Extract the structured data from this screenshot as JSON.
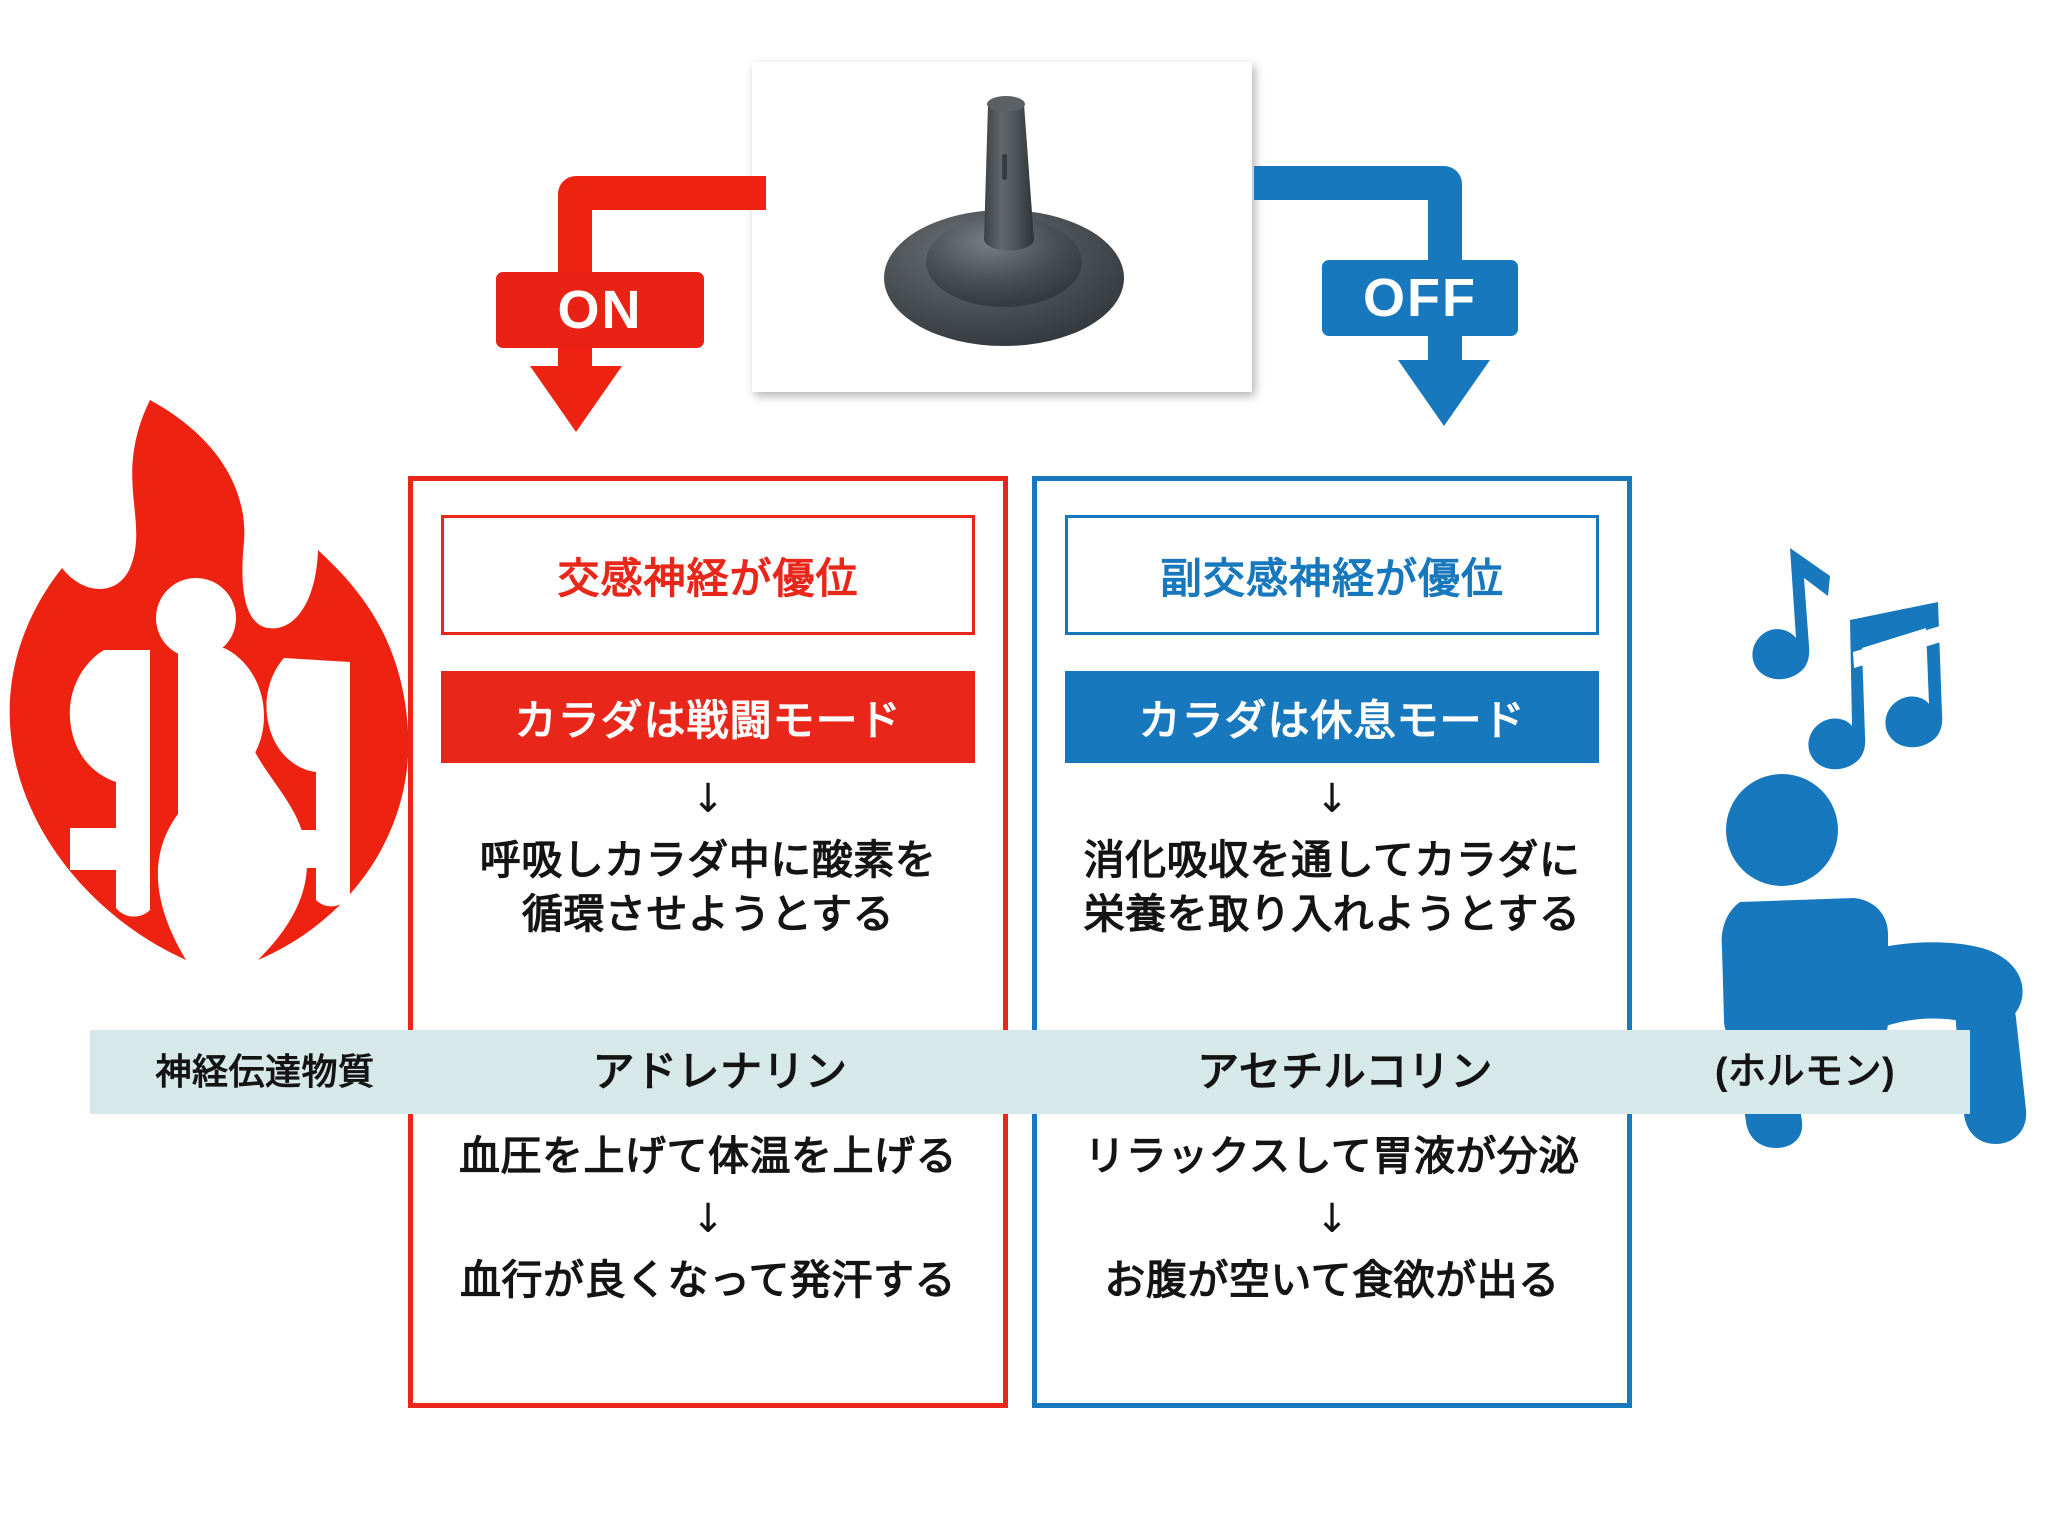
{
  "diagram": {
    "switch_image": {
      "alt": "toggle-switch-lever-photo"
    },
    "toggle": {
      "on_label": "ON",
      "off_label": "OFF",
      "on_color": "#ea2216",
      "off_color": "#1878bd"
    },
    "icons": {
      "flame": "flame-icon",
      "relaxed_person": "relaxed-person-icon",
      "music_notes": "music-note-icon"
    },
    "panels": [
      {
        "id": "sympathetic",
        "accent_color": "#e8271a",
        "title": "交感神経が優位",
        "mode_band": "カラダは戦闘モード",
        "arrow": "↓",
        "upper_text_line1": "呼吸しカラダ中に酸素を",
        "upper_text_line2": "循環させようとする",
        "lower_text_line1": "血圧を上げて体温を上げる",
        "lower_text_line2": "血行が良くなって発汗する"
      },
      {
        "id": "parasympathetic",
        "accent_color": "#1878bd",
        "title": "副交感神経が優位",
        "mode_band": "カラダは休息モード",
        "arrow": "↓",
        "upper_text_line1": "消化吸収を通してカラダに",
        "upper_text_line2": "栄養を取り入れようとする",
        "lower_text_line1": "リラックスして胃液が分泌",
        "lower_text_line2": "お腹が空いて食欲が出る"
      }
    ],
    "neurotransmitter_band": {
      "background_color": "#d7e8e8",
      "row_label": "神経伝達物質",
      "sympathetic_value": "アドレナリン",
      "parasympathetic_value": "アセチルコリン",
      "note": "(ホルモン)"
    }
  }
}
